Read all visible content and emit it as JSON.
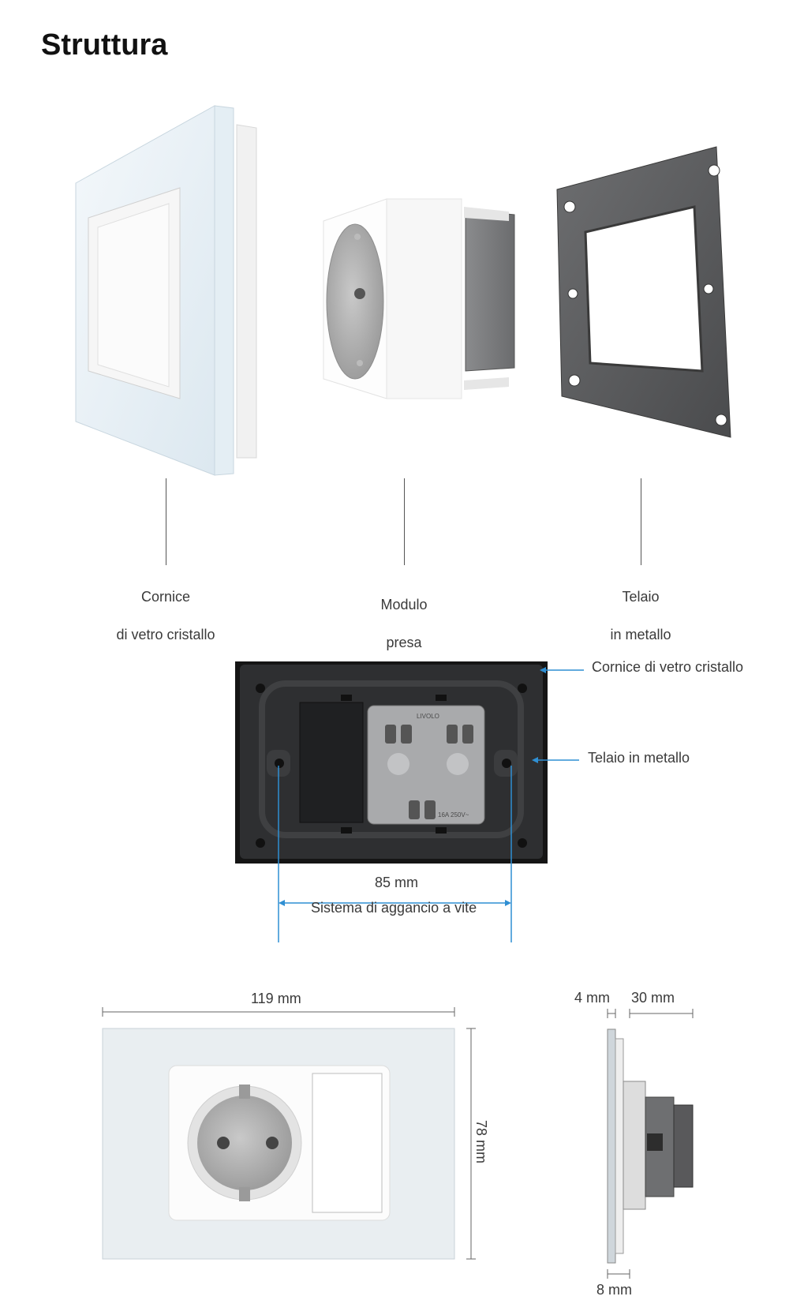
{
  "page": {
    "title": "Struttura"
  },
  "components": [
    {
      "id": "frame",
      "label_line1": "Cornice",
      "label_line2": "di vetro cristallo"
    },
    {
      "id": "module",
      "label_line1": "Modulo",
      "label_line2": "presa"
    },
    {
      "id": "metal",
      "label_line1": "Telaio",
      "label_line2": "in metallo"
    }
  ],
  "back_view": {
    "callout_frame": "Cornice di vetro cristallo",
    "callout_metal": "Telaio in metallo",
    "dimension": "85 mm",
    "dimension_caption": "Sistema di aggancio a vite",
    "module_brand": "LIVOLO",
    "module_rating": "16A 250V~"
  },
  "front_view": {
    "width": "119 mm",
    "height": "78 mm"
  },
  "side_view": {
    "glass_thickness": "4 mm",
    "depth": "30 mm",
    "bottom_thickness": "8 mm"
  },
  "colors": {
    "glass": "#e9f1f6",
    "panel_dark": "#2e2f31",
    "metal": "#5b5c5e",
    "accent_blue": "#2f8fd3"
  }
}
